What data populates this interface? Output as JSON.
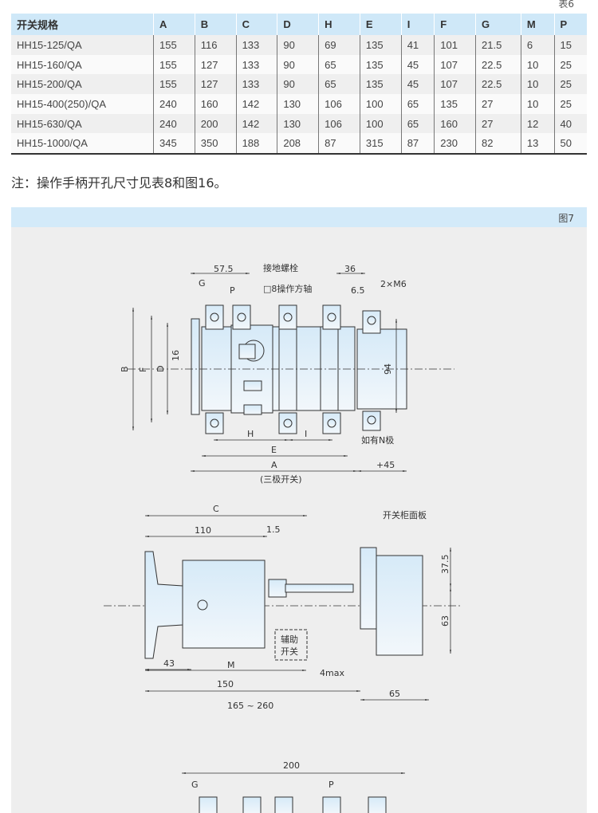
{
  "table": {
    "tag": "表6",
    "headers": [
      "开关规格",
      "A",
      "B",
      "C",
      "D",
      "H",
      "E",
      "I",
      "F",
      "G",
      "M",
      "P"
    ],
    "rows": [
      [
        "HH15-125/QA",
        "155",
        "116",
        "133",
        "90",
        "69",
        "135",
        "41",
        "101",
        "21.5",
        "6",
        "15"
      ],
      [
        "HH15-160/QA",
        "155",
        "127",
        "133",
        "90",
        "65",
        "135",
        "45",
        "107",
        "22.5",
        "10",
        "25"
      ],
      [
        "HH15-200/QA",
        "155",
        "127",
        "133",
        "90",
        "65",
        "135",
        "45",
        "107",
        "22.5",
        "10",
        "25"
      ],
      [
        "HH15-400(250)/QA",
        "240",
        "160",
        "142",
        "130",
        "106",
        "100",
        "65",
        "135",
        "27",
        "10",
        "25"
      ],
      [
        "HH15-630/QA",
        "240",
        "200",
        "142",
        "130",
        "106",
        "100",
        "65",
        "160",
        "27",
        "12",
        "40"
      ],
      [
        "HH15-1000/QA",
        "345",
        "350",
        "188",
        "208",
        "87",
        "315",
        "87",
        "230",
        "82",
        "13",
        "50"
      ]
    ]
  },
  "note": "注：操作手柄开孔尺寸见表8和图16。",
  "figure": {
    "label": "图7",
    "front": {
      "d575": "57.5",
      "ground": "接地螺栓",
      "G": "G",
      "P": "P",
      "shaft": "□8操作方轴",
      "d36": "36",
      "d65": "6.5",
      "m6": "2×M6",
      "B": "B",
      "F": "F",
      "D": "D",
      "d16": "16",
      "d94": "94",
      "H": "H",
      "I": "I",
      "E": "E",
      "A": "A",
      "three": "(三极开关)",
      "npole": "如有N极",
      "plus45": "+45"
    },
    "side": {
      "C": "C",
      "d110": "110",
      "d15": "1.5",
      "panel": "开关柜面板",
      "d375": "37.5",
      "d63": "63",
      "aux1": "辅助",
      "aux2": "开关",
      "d43": "43",
      "M": "M",
      "d150": "150",
      "max4": "4max",
      "d65b": "65",
      "range": "165 ~ 260"
    },
    "bottom": {
      "d200": "200",
      "G": "G",
      "P": "P"
    }
  }
}
